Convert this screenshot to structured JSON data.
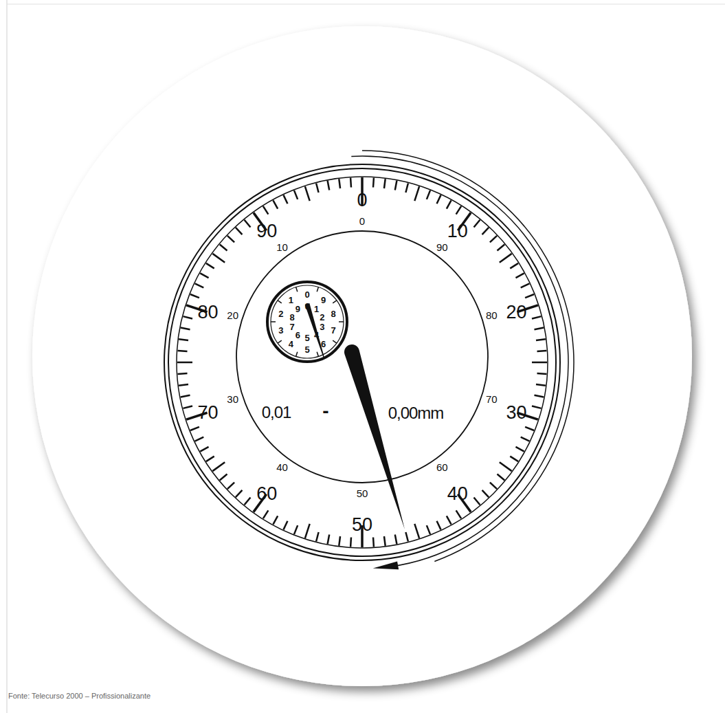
{
  "diagram": {
    "caption": "Fonte: Telecurso 2000 – Profissionalizante",
    "labels": [
      "0",
      "10",
      "20",
      "30",
      "40",
      "50",
      "60",
      "70",
      "80",
      "90",
      "0",
      "90",
      "80",
      "70",
      "60",
      "50",
      "40",
      "30",
      "20",
      "10",
      "0",
      "9",
      "8",
      "7",
      "6",
      "5",
      "4",
      "3",
      "2",
      "1",
      "0",
      "1",
      "2",
      "3",
      "4",
      "5",
      "6",
      "7",
      "8",
      "9",
      "0,01",
      "-",
      "0,00mm"
    ]
  }
}
